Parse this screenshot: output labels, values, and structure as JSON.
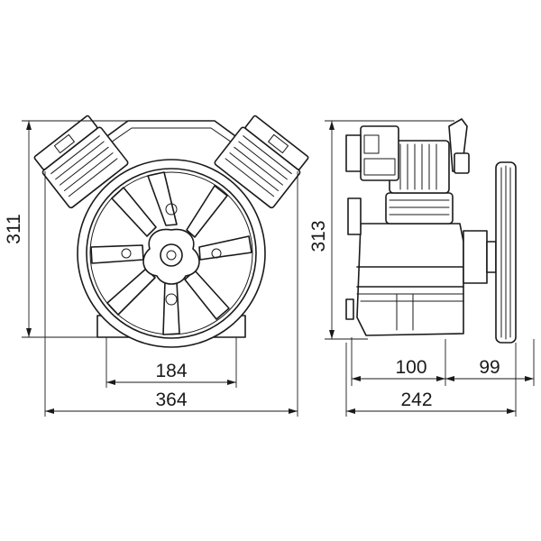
{
  "dimensions": {
    "front_height": "311",
    "front_foot_span": "184",
    "front_width": "364",
    "side_height": "313",
    "side_base": "100",
    "side_pulley": "99",
    "side_width": "242"
  }
}
